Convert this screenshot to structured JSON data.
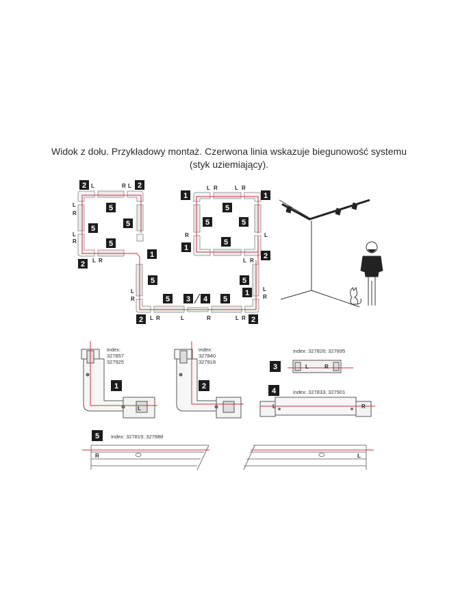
{
  "caption": {
    "line1": "Widok z dołu. Przykładowy montaż. Czerwona linia wskazuje biegunowość systemu",
    "line2": "(styk uziemiający)."
  },
  "badges": {
    "one": "1",
    "two": "2",
    "three": "3",
    "four": "4",
    "five": "5",
    "three_four": "3 / 4"
  },
  "polarity": {
    "left": "L",
    "right": "R"
  },
  "details": {
    "d1": {
      "index_label": "index:",
      "codes": [
        "327857",
        "327925"
      ]
    },
    "d2": {
      "index_label": "index:",
      "codes": [
        "327840",
        "327918"
      ]
    },
    "d3": {
      "index_label": "index: 327826; 327895"
    },
    "d4": {
      "index_label": "index: 327833; 327901"
    },
    "d5": {
      "index_label": "index: 327819; 327888"
    }
  },
  "colors": {
    "polarity_line": "#c8323c",
    "badge_bg": "#1c1c1c",
    "track": "#9a9a9a"
  }
}
